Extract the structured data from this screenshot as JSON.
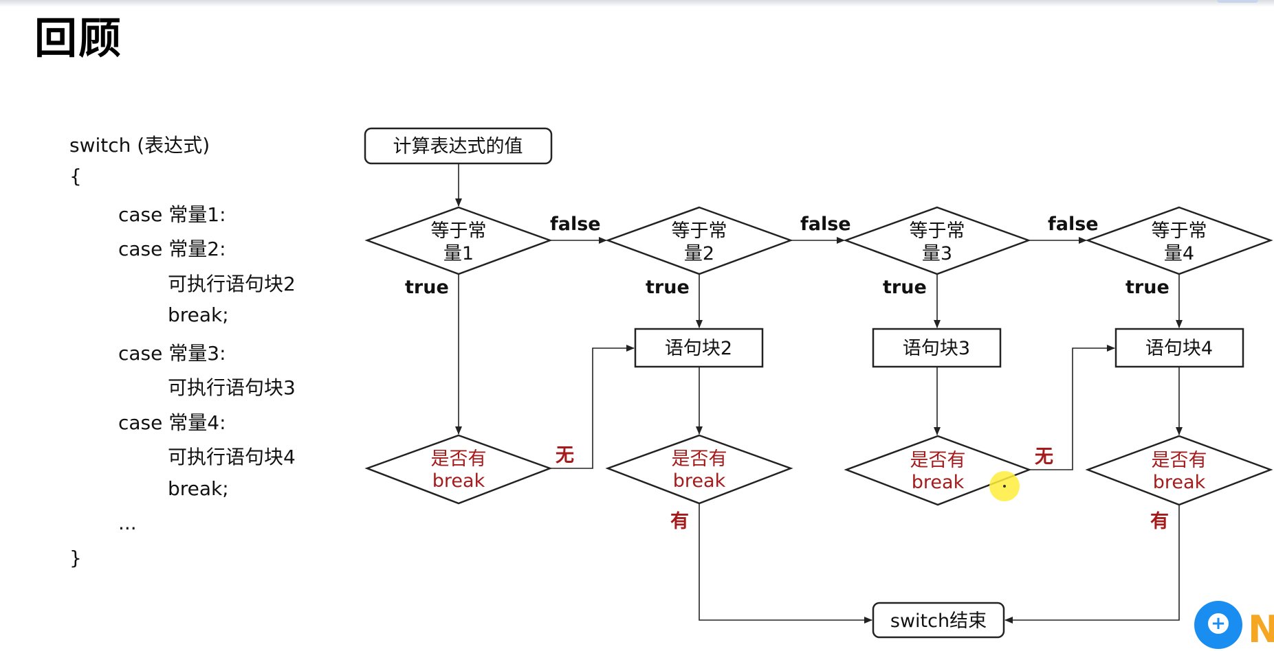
{
  "slide": {
    "title": "回顾"
  },
  "code_lines": [
    "switch (表达式)",
    "{",
    "case 常量1:",
    "case 常量2:",
    "可执行语句块2",
    "break;",
    "case 常量3:",
    "可执行语句块3",
    "case 常量4:",
    "可执行语句块4",
    "break;",
    "...",
    "}"
  ],
  "flowchart": {
    "start": "计算表达式的值",
    "conditions": [
      {
        "line1": "等于常",
        "line2": "量1"
      },
      {
        "line1": "等于常",
        "line2": "量2"
      },
      {
        "line1": "等于常",
        "line2": "量3"
      },
      {
        "line1": "等于常",
        "line2": "量4"
      }
    ],
    "blocks": [
      "语句块2",
      "语句块3",
      "语句块4"
    ],
    "break_checks": [
      {
        "line1": "是否有",
        "line2": "break"
      },
      {
        "line1": "是否有",
        "line2": "break"
      },
      {
        "line1": "是否有",
        "line2": "break"
      },
      {
        "line1": "是否有",
        "line2": "break"
      }
    ],
    "end": "switch结束",
    "labels": {
      "false_label": "false",
      "true_label": "true",
      "no_break": "无",
      "has_break": "有"
    }
  },
  "colors": {
    "highlight_text": "#a51b1b",
    "line": "#222222",
    "logo": "#1a8df0"
  },
  "branding": {
    "logo_icon": "plus-icon",
    "logo_letter": "N"
  }
}
